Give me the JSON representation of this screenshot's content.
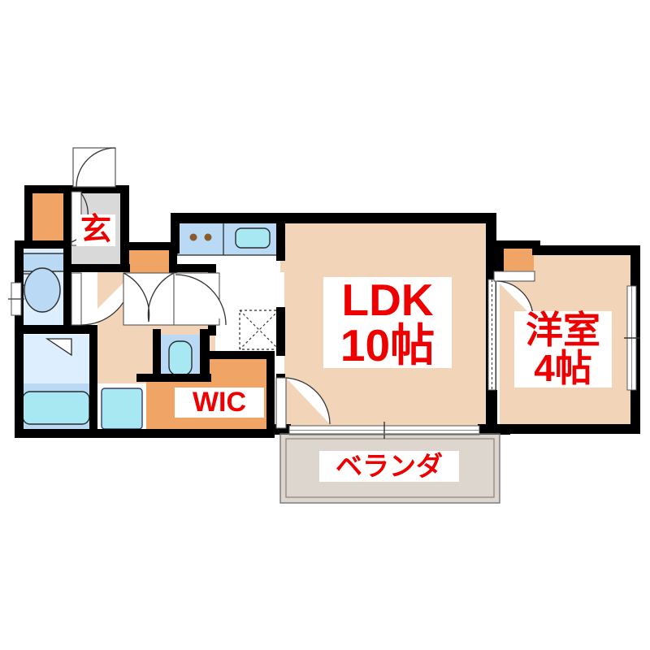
{
  "plan": {
    "type": "residential-floor-plan",
    "layout_code": "1LDK",
    "colors": {
      "wall": "#000000",
      "floor_living": "#f2d5b8",
      "floor_storage": "#f0a465",
      "floor_entrance": "#d9d9d9",
      "floor_balcony": "#ddd6ce",
      "water_fixture_light": "#ddeeff",
      "water_fixture_mid": "#b9d9f5",
      "water_fixture_accent": "#a8e8f2",
      "label_text": "#ee0000",
      "label_background": "#ffffff",
      "burner_knob": "#8a5a2b",
      "background": "#ffffff"
    },
    "rooms": [
      {
        "key": "ldk",
        "label": "LDK\n10帖",
        "name_romaji": "LDK",
        "size_tatami": 10,
        "size_text": "10帖"
      },
      {
        "key": "yoshitsu",
        "label": "洋室\n4帖",
        "name_romaji": "Yoshitsu",
        "size_tatami": 4,
        "size_text": "4帖"
      },
      {
        "key": "wic",
        "label": "WIC",
        "name_romaji": "WIC",
        "size_tatami": null,
        "size_text": ""
      },
      {
        "key": "genkan",
        "label": "玄",
        "name_romaji": "Genkan",
        "size_tatami": null,
        "size_text": ""
      },
      {
        "key": "veranda",
        "label": "ベランダ",
        "name_romaji": "Veranda",
        "size_tatami": null,
        "size_text": ""
      }
    ],
    "labels": {
      "ldk": "LDK\n10帖",
      "yoshitsu": "洋室\n4帖",
      "wic": "WIC",
      "genkan": "玄",
      "veranda": "ベランダ"
    },
    "fixtures": [
      {
        "name": "toilet",
        "room": "wc"
      },
      {
        "name": "toilet-tank",
        "room": "wc"
      },
      {
        "name": "bathtub",
        "room": "bath"
      },
      {
        "name": "washbasin",
        "room": "washroom"
      },
      {
        "name": "washing-machine-pan",
        "room": "washroom"
      },
      {
        "name": "kitchen-sink",
        "room": "ldk"
      },
      {
        "name": "gas-burner",
        "room": "ldk"
      },
      {
        "name": "ceiling-vent",
        "room": "ldk"
      },
      {
        "name": "shoe-cabinet",
        "room": "genkan"
      }
    ],
    "doors": [
      {
        "name": "entrance-door",
        "kind": "swing"
      },
      {
        "name": "genkan-inner-door",
        "kind": "swing"
      },
      {
        "name": "wc-door",
        "kind": "swing"
      },
      {
        "name": "washroom-door",
        "kind": "double-swing"
      },
      {
        "name": "ldk-hall-door",
        "kind": "swing"
      },
      {
        "name": "ldk-wic-door",
        "kind": "swing"
      },
      {
        "name": "yoshitsu-door",
        "kind": "swing"
      },
      {
        "name": "balcony-window",
        "kind": "sliding"
      },
      {
        "name": "yoshitsu-window",
        "kind": "sliding"
      },
      {
        "name": "ldk-side-window",
        "kind": "sliding"
      },
      {
        "name": "wc-window",
        "kind": "sliding"
      }
    ]
  }
}
